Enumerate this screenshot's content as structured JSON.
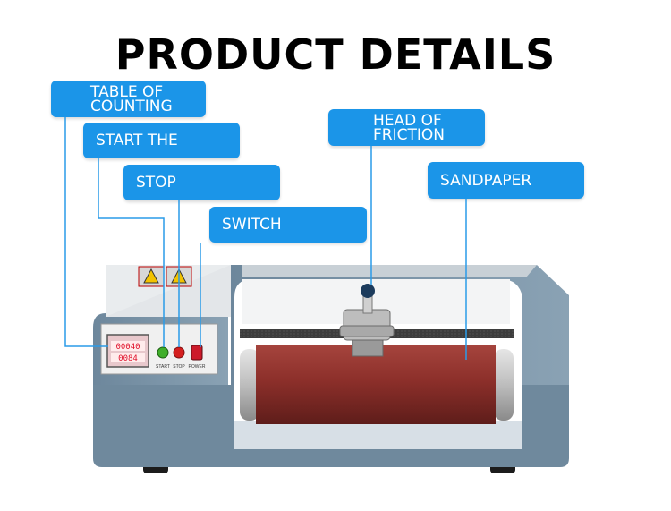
{
  "title": "PRODUCT DETAILS",
  "labels": {
    "table_of_counting": "TABLE OF\nCOUNTING",
    "start": "START THE",
    "stop": "STOP",
    "switch": "SWITCH",
    "head_of_friction": "HEAD OF\nFRICTION",
    "sandpaper": "SANDPAPER"
  },
  "panel": {
    "counter_top": "00040",
    "counter_bottom": "0084",
    "button_start": "START",
    "button_stop": "STOP",
    "button_power": "POWER"
  },
  "colors": {
    "label_bg": "#1b95e8",
    "machine_body": "#7a93a6",
    "roller": "#8c2f2a",
    "leader_line": "#2a9be8"
  }
}
